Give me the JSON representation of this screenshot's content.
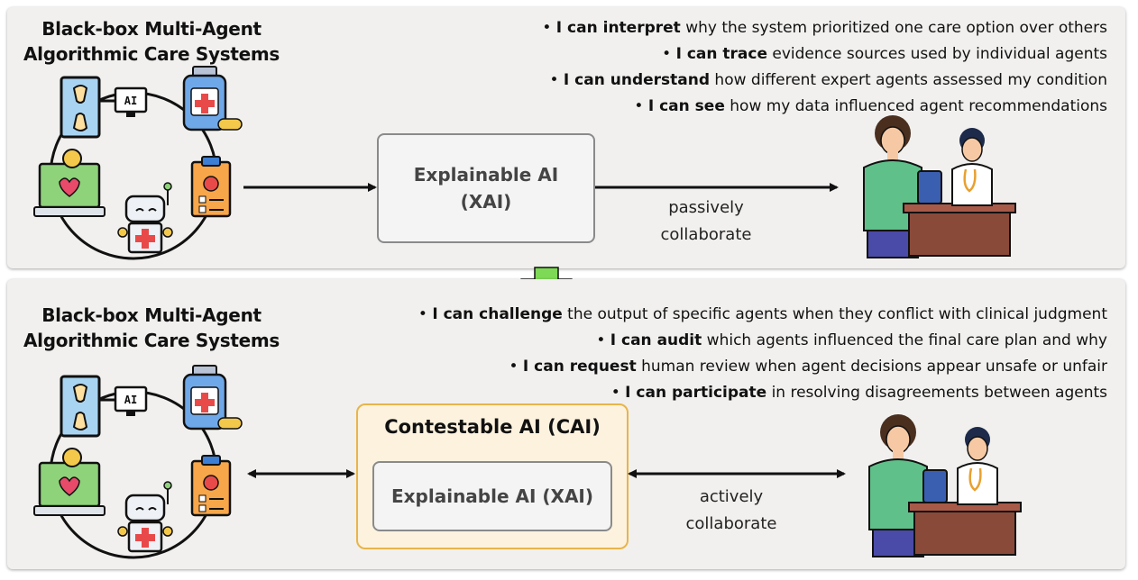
{
  "top_panel": {
    "system_title_line1": "Black-box Multi-Agent",
    "system_title_line2": "Algorithmic Care Systems",
    "bullets": [
      {
        "bold": "I can interpret",
        "rest": " why the system prioritized one care option over others"
      },
      {
        "bold": "I can trace",
        "rest": " evidence sources used by individual agents"
      },
      {
        "bold": "I can understand",
        "rest": " how different expert agents assessed my condition"
      },
      {
        "bold": "I can see",
        "rest": " how my data influenced agent recommendations"
      }
    ],
    "box_line1": "Explainable AI",
    "box_line2": "(XAI)",
    "collab_line1": "passively",
    "collab_line2": "collaborate"
  },
  "bottom_panel": {
    "system_title_line1": "Black-box Multi-Agent",
    "system_title_line2": "Algorithmic Care Systems",
    "bullets": [
      {
        "bold": "I can challenge",
        "rest": " the output of specific agents when they conflict with clinical judgment"
      },
      {
        "bold": "I can audit",
        "rest": " which agents influenced the final care plan and why"
      },
      {
        "bold": "I can request",
        "rest": " human review when agent decisions appear unsafe or unfair"
      },
      {
        "bold": "I can participate",
        "rest": " in resolving disagreements between agents"
      }
    ],
    "outer_box_title": "Contestable AI (CAI)",
    "inner_box_label": "Explainable AI (XAI)",
    "collab_line1": "actively",
    "collab_line2": "collaborate"
  },
  "icons": [
    "bone-xray-icon",
    "ai-monitor-icon",
    "medicine-bottle-icon",
    "heart-monitor-icon",
    "robot-medic-icon",
    "clipboard-icon",
    "doctor-patient-icon",
    "down-arrow-icon"
  ],
  "colors": {
    "panel_bg": "#f1f0ee",
    "cai_border": "#e8b54a",
    "cai_fill": "#fdf2de",
    "arrow_green": "#7ed957",
    "xai_border": "#8a8a8a"
  }
}
